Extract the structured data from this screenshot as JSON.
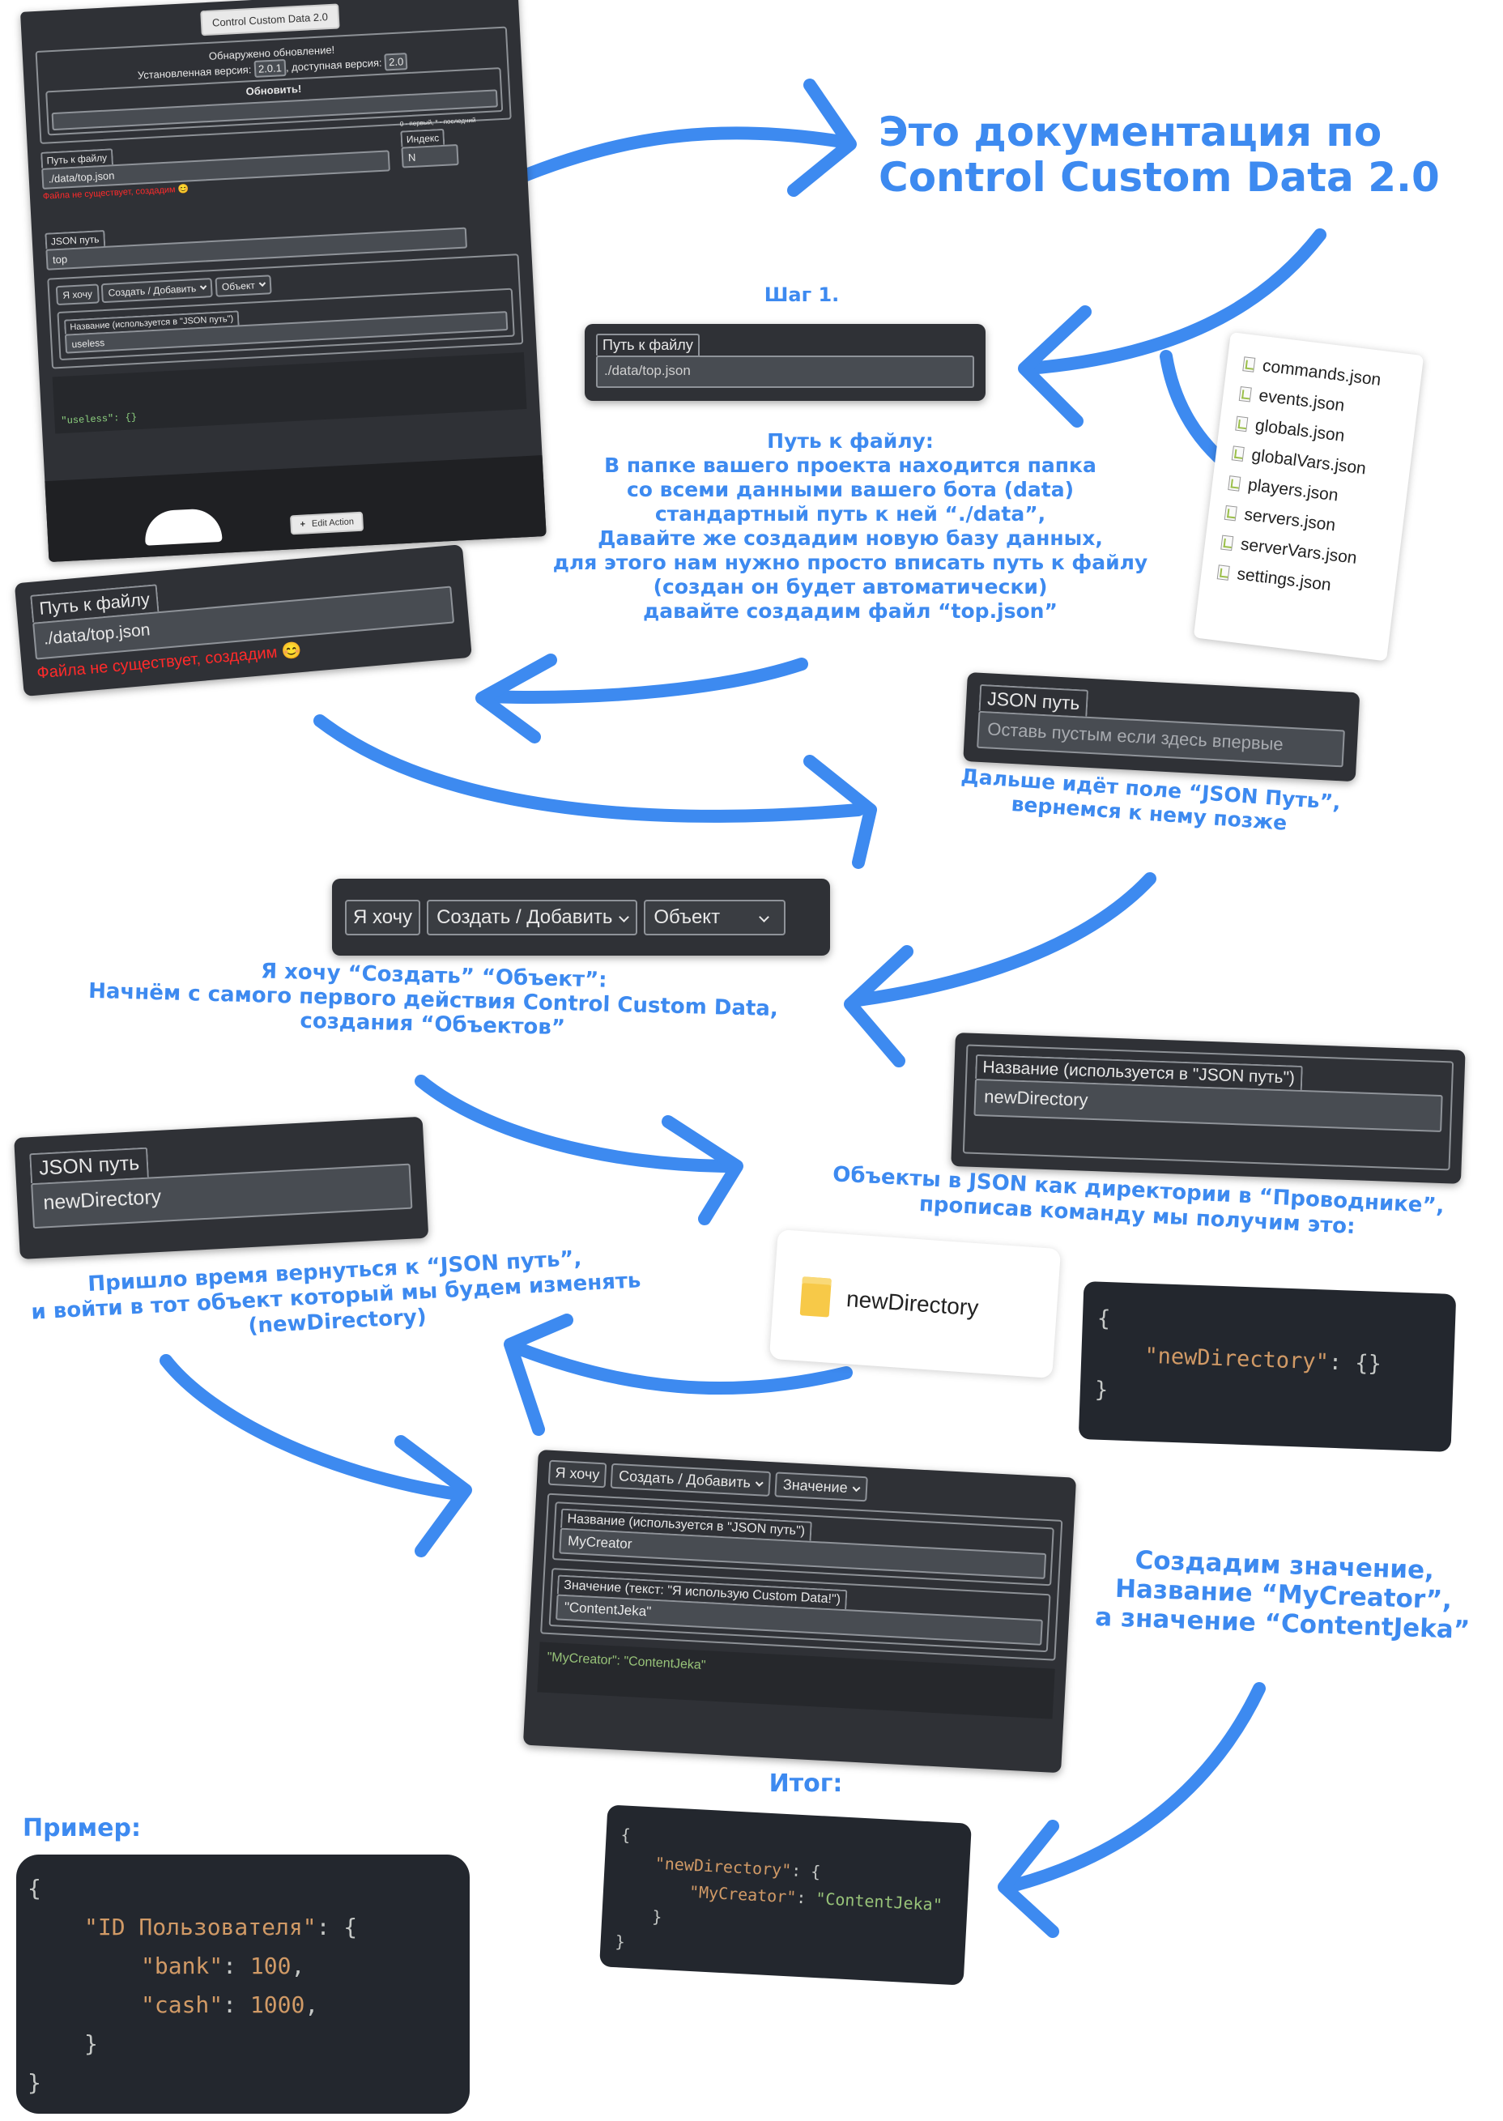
{
  "title_line1": "Это документация по",
  "title_line2": "Control Custom Data 2.0",
  "main_panel": {
    "header_button": "Control Custom Data 2.0",
    "update_found": "Обнаружено обновление!",
    "installed_version_label": "Установленная версия:",
    "installed_version": "2.0.1",
    "available_version_label": ", доступная версия:",
    "available_version": "2.0",
    "update_button": "Обновить!",
    "file_path_label": "Путь к файлу",
    "file_path_value": "./data/top.json",
    "index_hint": "0 - первый, * - последний",
    "index_label": "Индекс",
    "index_value": "N",
    "file_status": "Файла не существует, создадим 😊",
    "json_path_label": "JSON путь",
    "json_path_value": "top",
    "i_want": "Я хочу",
    "action_select": "Создать / Добавить",
    "type_select": "Объект",
    "name_label": "Название (используется в \"JSON путь\")",
    "name_value": "useless",
    "preview": "\"useless\": {}",
    "edit_action": "Edit Action"
  },
  "step1": "Шаг 1.",
  "step1_panel": {
    "label": "Путь к файлу",
    "value": "./data/top.json"
  },
  "file_list": [
    "commands.json",
    "events.json",
    "globals.json",
    "globalVars.json",
    "players.json",
    "servers.json",
    "serverVars.json",
    "settings.json"
  ],
  "file_path_text": [
    "Путь к файлу:",
    "В папке вашего проекта находится папка",
    "со всеми данными вашего бота (data)",
    "стандартный путь к ней “./data”,",
    "Давайте же создадим новую базу данных,",
    "для этого нам нужно просто вписать путь к файлу",
    "(создан он будет автоматически)",
    "давайте создадим файл “top.json”"
  ],
  "filepath_panel2": {
    "label": "Путь к файлу",
    "value": "./data/top.json",
    "status": "Файла не существует, создадим 😊"
  },
  "json_panel1": {
    "label": "JSON путь",
    "placeholder": "Оставь пустым если здесь впервые"
  },
  "json_path_text": [
    "Дальше идёт поле “JSON Путь”,",
    "вернемся к нему позже"
  ],
  "iwant_panel": {
    "i_want": "Я хочу",
    "action": "Создать / Добавить",
    "type": "Объект"
  },
  "iwant_text": [
    "Я хочу “Создать” “Объект”:",
    "Начнём с самого первого действия Control Custom Data,",
    "создания “Объектов”"
  ],
  "name_panel": {
    "label": "Название (используется в \"JSON путь\")",
    "value": "newDirectory"
  },
  "json_panel2": {
    "label": "JSON путь",
    "value": "newDirectory"
  },
  "objects_text": [
    "Объекты в JSON как директории в “Проводнике”,",
    "прописав команду мы получим это:"
  ],
  "folder_name": "newDirectory",
  "code1": {
    "key": "\"newDirectory\"",
    "value": "{}"
  },
  "return_text": [
    "Пришло время вернуться к “JSON путь”,",
    "и войти в тот объект который мы будем изменять",
    "(newDirectory)"
  ],
  "value_panel": {
    "i_want": "Я хочу",
    "action": "Создать / Добавить",
    "type": "Значение",
    "name_label": "Название (используется в \"JSON путь\")",
    "name_value": "MyCreator",
    "value_label": "Значение (текст: \"Я использую Custom Data!\")",
    "value_value": "\"ContentJeka\"",
    "preview_key": "\"MyCreator\"",
    "preview_value": "\"ContentJeka\""
  },
  "create_value_text": [
    "Создадим значение,",
    "Название “MyCreator”,",
    "а значение “ContentJeka”"
  ],
  "result_label": "Итог:",
  "result_code": {
    "key1": "\"newDirectory\"",
    "key2": "\"MyCreator\"",
    "value2": "\"ContentJeka\""
  },
  "example_label": "Пример:",
  "example_code": {
    "key1": "\"ID Пользователя\"",
    "bank_key": "\"bank\"",
    "bank_val": "100",
    "cash_key": "\"cash\"",
    "cash_val": "1000"
  },
  "colors": {
    "accent": "#3d8af0",
    "panel": "#2f3136",
    "code_bg": "#23272e",
    "error": "#ff2a2a"
  }
}
